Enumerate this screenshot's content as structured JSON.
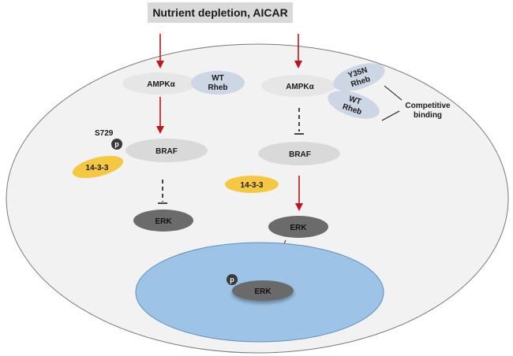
{
  "header": {
    "title": "Nutrient depletion, AICAR"
  },
  "left_pathway": {
    "ampk": "AMPKα",
    "rheb_line1": "WT",
    "rheb_line2": "Rheb",
    "site_label": "S729",
    "phospho": "p",
    "braf": "BRAF",
    "adaptor": "14-3-3",
    "erk": "ERK"
  },
  "right_pathway": {
    "ampk": "AMPKα",
    "mutant_rheb_line1": "Y35N",
    "mutant_rheb_line2": "Rheb",
    "wt_rheb_line1": "WT",
    "wt_rheb_line2": "Rheb",
    "competitive_line1": "Competitive",
    "competitive_line2": "binding",
    "braf": "BRAF",
    "adaptor": "14-3-3",
    "erk": "ERK"
  },
  "nucleus": {
    "phospho": "p",
    "erk": "ERK"
  },
  "colors": {
    "arrow": "#c0161b",
    "inhibition": "#1a1a1a",
    "header_bg": "#d9d9d9",
    "cell_outline": "#7a7a7a",
    "light_protein": "#e6e6e6",
    "rheb": "#cdd6e4",
    "adaptor": "#f5c842",
    "erk": "#6b6b6b",
    "nucleus": "#9dc3e6",
    "nucleus_outline": "#5b8fbf"
  }
}
